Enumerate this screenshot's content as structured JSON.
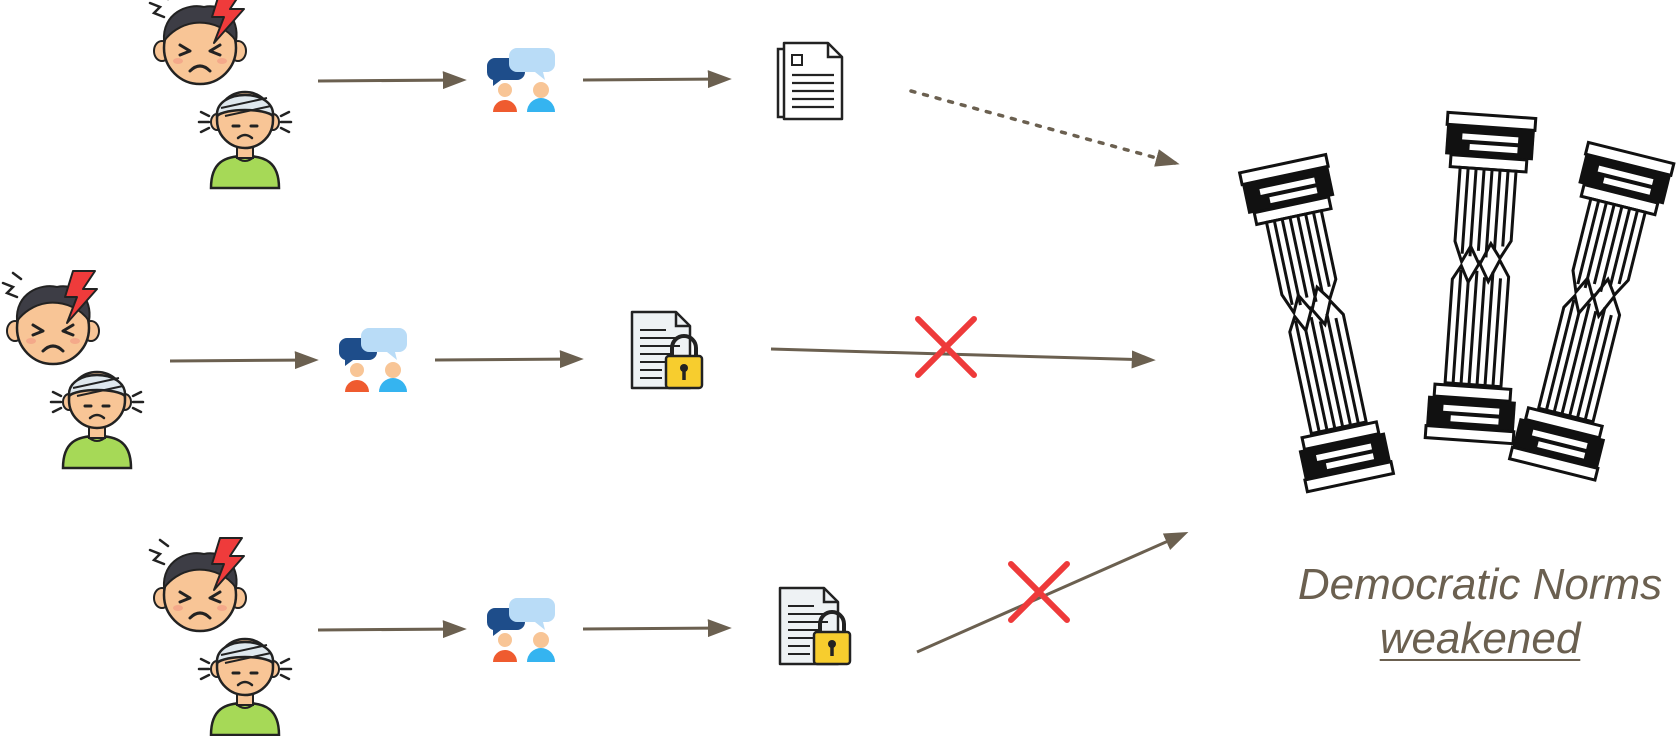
{
  "diagram": {
    "caption_line1": "Democratic Norms",
    "caption_line2": "weakened",
    "colors": {
      "arrow": "#6b6050",
      "cross": "#ee3a3a",
      "skin": "#f8c596",
      "hair": "#3d3d45",
      "shirt": "#a6d957",
      "bandage": "#dfe8ee",
      "bolt": "#ef3b3b",
      "lock": "#f7cd2e",
      "paper": "#eef2f4",
      "bubble_dark": "#1e4d8a",
      "bubble_light": "#b9dcf7"
    },
    "rows": [
      {
        "name": "row-published",
        "document": "published",
        "outcome": "dotted-arrow"
      },
      {
        "name": "row-locked",
        "document": "locked",
        "outcome": "blocked"
      },
      {
        "name": "row-locked-2",
        "document": "locked",
        "outcome": "blocked"
      }
    ],
    "icons": [
      "angry-face-icon",
      "injured-person-icon",
      "discussion-icon",
      "document-icon",
      "locked-document-icon",
      "cross-icon",
      "broken-columns-icon"
    ]
  }
}
